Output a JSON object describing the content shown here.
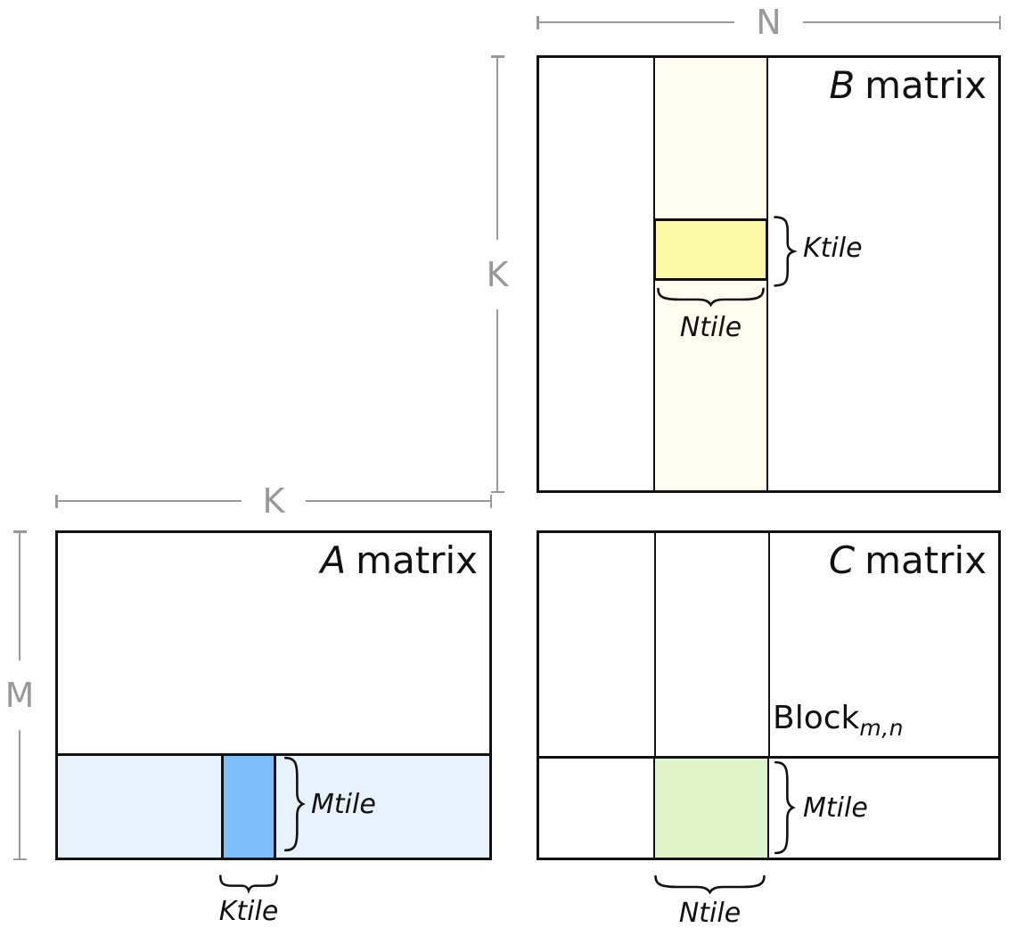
{
  "colors": {
    "dim_gray": "#999999",
    "line_black": "#111111",
    "b_strip_fill": "#fefdf0",
    "b_tile_fill": "#fafaa5",
    "a_strip_fill": "#e7f2fd",
    "a_tile_fill": "#7dbefa",
    "c_tile_fill": "#ddf5c8"
  },
  "dimensions": {
    "n": "N",
    "k_b": "K",
    "k_a": "K",
    "m": "M"
  },
  "matrices": {
    "b": {
      "title_letter": "B",
      "title_word": "matrix",
      "ktile_label": "Ktile",
      "ntile_label": "Ntile"
    },
    "a": {
      "title_letter": "A",
      "title_word": "matrix",
      "mtile_label": "Mtile",
      "ktile_label": "Ktile"
    },
    "c": {
      "title_letter": "C",
      "title_word": "matrix",
      "block_base": "Block",
      "block_sub": "m,n",
      "mtile_label": "Mtile",
      "ntile_label": "Ntile"
    }
  }
}
